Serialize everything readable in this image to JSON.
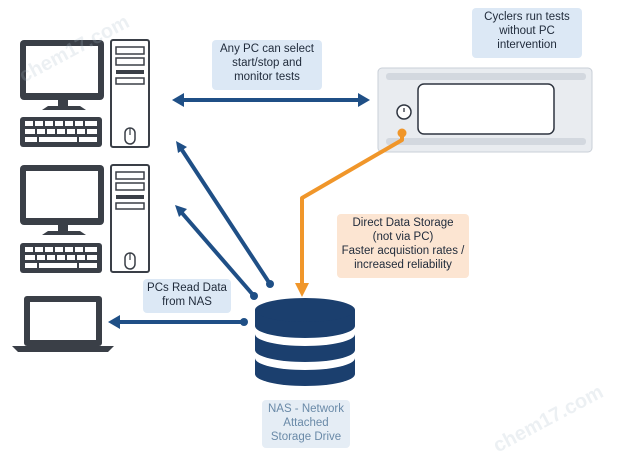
{
  "diagram": {
    "labels": {
      "any_pc": [
        "Any PC can select",
        "start/stop and",
        "monitor tests"
      ],
      "cyclers": [
        "Cyclers run tests",
        "without PC",
        "intervention"
      ],
      "direct_storage": [
        "Direct Data Storage",
        "(not via PC)",
        "Faster acquistion rates /",
        "increased reliability"
      ],
      "pcs_read": [
        "PCs Read Data",
        "from NAS"
      ],
      "nas": [
        "NAS - Network",
        "Attached",
        "Storage Drive"
      ]
    },
    "watermarks": [
      "chem17.com",
      "chem17.com"
    ],
    "colors": {
      "navy": "#1b3f6e",
      "arrow_blue": "#1f4f86",
      "orange": "#f0962a",
      "device_gray": "#d0d5dc",
      "label_blue_bg": "#dce8f5",
      "label_orange_bg": "#fce5d2"
    },
    "nodes": [
      {
        "id": "desktop-pc-1",
        "icon": "desktop-computer-icon"
      },
      {
        "id": "desktop-pc-2",
        "icon": "desktop-computer-icon"
      },
      {
        "id": "laptop",
        "icon": "laptop-icon"
      },
      {
        "id": "cycler",
        "icon": "battery-cycler-icon"
      },
      {
        "id": "nas",
        "icon": "database-icon"
      }
    ]
  }
}
